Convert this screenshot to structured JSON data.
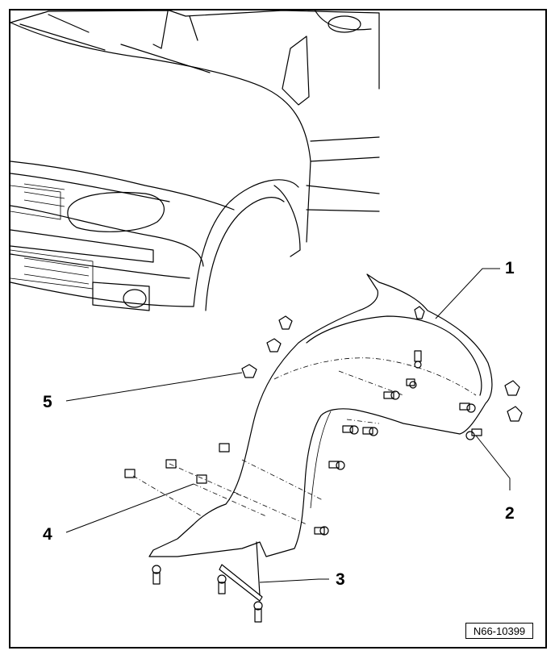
{
  "figure": {
    "reference_code": "N66-10399",
    "callouts": [
      {
        "id": "1",
        "label": "1"
      },
      {
        "id": "2",
        "label": "2"
      },
      {
        "id": "3",
        "label": "3"
      },
      {
        "id": "4",
        "label": "4"
      },
      {
        "id": "5",
        "label": "5"
      }
    ]
  }
}
